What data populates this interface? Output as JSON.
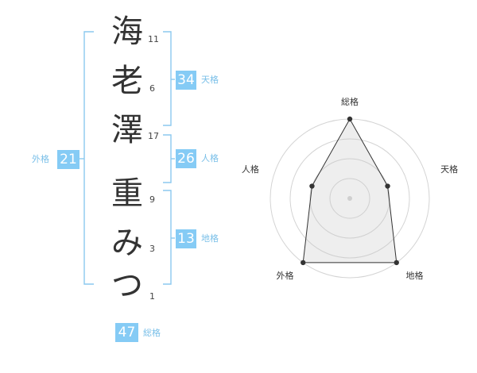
{
  "name": {
    "characters": [
      {
        "char": "海",
        "strokes": "11"
      },
      {
        "char": "老",
        "strokes": "6"
      },
      {
        "char": "澤",
        "strokes": "17"
      },
      {
        "char": "重",
        "strokes": "9"
      },
      {
        "char": "み",
        "strokes": "3"
      },
      {
        "char": "つ",
        "strokes": "1"
      }
    ]
  },
  "scores": {
    "tenkaku": {
      "value": "34",
      "label": "天格"
    },
    "jinkaku": {
      "value": "26",
      "label": "人格"
    },
    "chikaku": {
      "value": "13",
      "label": "地格"
    },
    "gaikaku": {
      "value": "21",
      "label": "外格"
    },
    "soukaku": {
      "value": "47",
      "label": "総格"
    }
  },
  "colors": {
    "accent": "#85cbf5",
    "bracket": "#8bc9ef",
    "text": "#333333"
  },
  "chart_data": {
    "type": "radar",
    "axes": [
      "総格",
      "天格",
      "地格",
      "外格",
      "人格"
    ],
    "rings": 4,
    "values": [
      4,
      2,
      4,
      4,
      2
    ],
    "max": 4
  }
}
